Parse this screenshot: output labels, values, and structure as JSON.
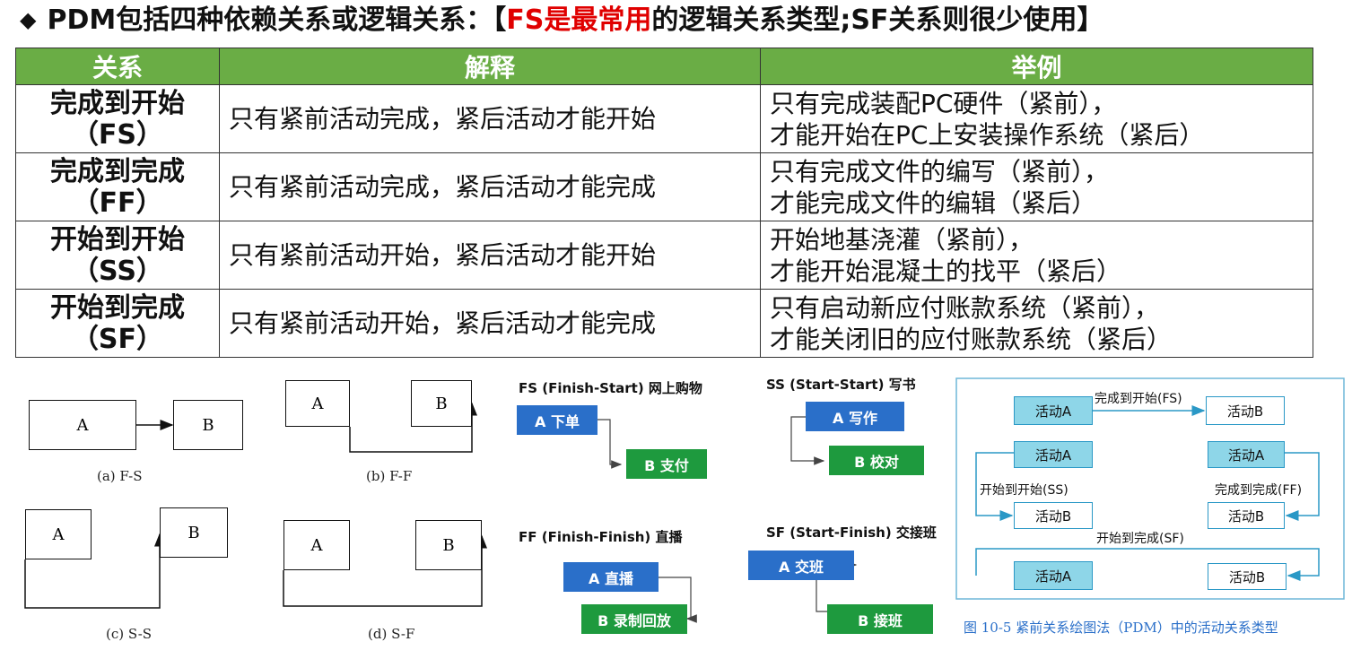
{
  "title": {
    "bullet": "◆",
    "prefix": "PDM包括四种依赖关系或逻辑关系：【",
    "highlight": "FS是最常用",
    "suffix": "的逻辑关系类型;SF关系则很少使用】"
  },
  "table": {
    "headers": [
      "关系",
      "解释",
      "举例"
    ],
    "rows": [
      {
        "k1": "完成到开始",
        "k2": "（FS）",
        "explain": "只有紧前活动完成，紧后活动才能开始",
        "ex1": "只有完成装配PC硬件（紧前），",
        "ex2": "才能开始在PC上安装操作系统（紧后）"
      },
      {
        "k1": "完成到完成",
        "k2": "（FF）",
        "explain": "只有紧前活动完成，紧后活动才能完成",
        "ex1": "只有完成文件的编写（紧前），",
        "ex2": "才能完成文件的编辑（紧后）"
      },
      {
        "k1": "开始到开始",
        "k2": "（SS）",
        "explain": "只有紧前活动开始，紧后活动才能开始",
        "ex1": "开始地基浇灌（紧前），",
        "ex2": "才能开始混凝土的找平（紧后）"
      },
      {
        "k1": "开始到完成",
        "k2": "（SF）",
        "explain": "只有紧前活动开始，紧后活动才能完成",
        "ex1": "只有启动新应付账款系统（紧前），",
        "ex2": "才能关闭旧的应付账款系统（紧后）"
      }
    ]
  },
  "schematic": {
    "a": "A",
    "b": "B",
    "captions": [
      "(a) F-S",
      "(b) F-F",
      "(c) S-S",
      "(d) S-F"
    ]
  },
  "examples": {
    "fs": {
      "label": "FS (Finish-Start)  网上购物",
      "a": "A 下单",
      "b": "B 支付"
    },
    "ss": {
      "label": "SS (Start-Start)     写书",
      "a": "A  写作",
      "b": "B  校对"
    },
    "ff": {
      "label": "FF (Finish-Finish)   直播",
      "a": "A  直播",
      "b": "B  录制回放"
    },
    "sf": {
      "label": "SF (Start-Finish)  交接班",
      "a": "A 交班",
      "b": "B 接班"
    }
  },
  "figure": {
    "act_a": "活动A",
    "act_b": "活动B",
    "fs": "完成到开始(FS)",
    "ss": "开始到开始(SS)",
    "ff": "完成到完成(FF)",
    "sf": "开始到完成(SF)",
    "caption": "图 10-5    紧前关系绘图法（PDM）中的活动关系类型"
  },
  "colors": {
    "header_green": "#6aad45",
    "highlight_red": "#e00000",
    "blue_box": "#2a6fc9",
    "green_box": "#1e9a3e",
    "cyan_box": "#8ed6e8"
  }
}
